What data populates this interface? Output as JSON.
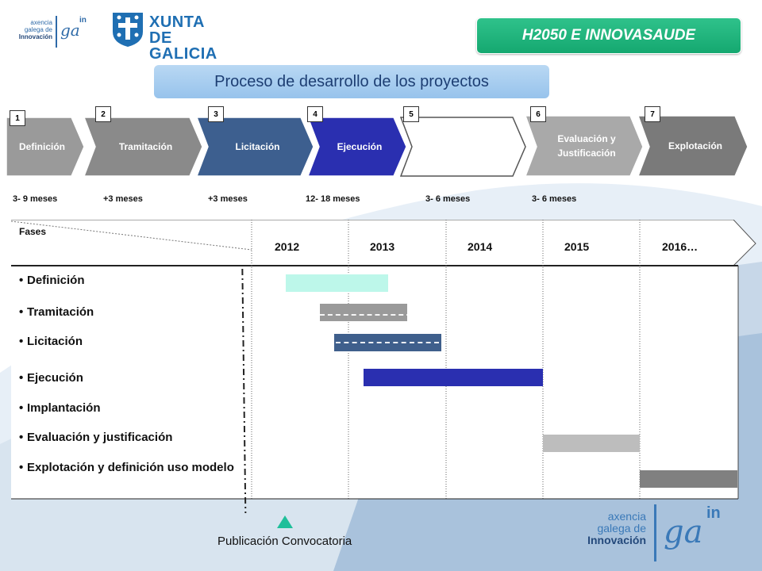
{
  "header": {
    "logo_agi": {
      "line1": "axencia",
      "line2": "galega de",
      "line3": "Innovación",
      "mark": "ga",
      "mark_sup": "in"
    },
    "logo_xunta": {
      "line1": "XUNTA",
      "line2": "DE GALICIA"
    },
    "badge": "H2050 E INNOVASAUDE",
    "title": "Proceso de desarrollo de los proyectos"
  },
  "process_steps": [
    {
      "number": "1",
      "label": "Definición",
      "color": "#9a9a9a"
    },
    {
      "number": "2",
      "label": "Tramitación",
      "color": "#8a8a8a"
    },
    {
      "number": "3",
      "label": "Licitación",
      "color": "#3d5f8f"
    },
    {
      "number": "4",
      "label": "Ejecución",
      "color": "#2a2fb0"
    },
    {
      "number": "5",
      "label": "",
      "color": "#ffffff"
    },
    {
      "number": "6",
      "label": "Evaluación y Justificación",
      "color": "#a9a9a9"
    },
    {
      "number": "7",
      "label": "Explotación",
      "color": "#7a7a7a"
    }
  ],
  "durations": [
    "3- 9 meses",
    "+3 meses",
    "+3 meses",
    "12- 18 meses",
    "3- 6 meses",
    "3- 6 meses"
  ],
  "table": {
    "corner_label": "Fases",
    "years": [
      "2012",
      "2013",
      "2014",
      "2015",
      "2016…"
    ],
    "phases": [
      "Definición",
      "Tramitación",
      "Licitación",
      "Ejecución",
      "Implantación",
      "Evaluación y justificación",
      "Explotación y definición uso modelo"
    ]
  },
  "chart_data": {
    "type": "gantt",
    "categories": [
      "Definición",
      "Tramitación",
      "Licitación",
      "Ejecución",
      "Implantación",
      "Evaluación y justificación",
      "Explotación y definición uso modelo"
    ],
    "x_ticks": [
      "2012",
      "2013",
      "2014",
      "2015",
      "2016…"
    ],
    "tasks": [
      {
        "phase": "Definición",
        "start": 2012.4,
        "end": 2013.45,
        "color": "#bdf7ea"
      },
      {
        "phase": "Tramitación",
        "start": 2012.75,
        "end": 2013.65,
        "color": "#9a9a9a"
      },
      {
        "phase": "Licitación",
        "start": 2012.9,
        "end": 2014.0,
        "color": "#3f5f8c"
      },
      {
        "phase": "Ejecución",
        "start": 2013.2,
        "end": 2015.05,
        "color": "#2a2fb0"
      },
      {
        "phase": "Evaluación y justificación",
        "start": 2015.05,
        "end": 2016.05,
        "color": "#bdbdbd"
      },
      {
        "phase": "Explotación y definición uso modelo",
        "start": 2016.05,
        "end": 2017.05,
        "color": "#808080"
      }
    ],
    "marker": {
      "label": "Publicación Convocatoria",
      "x": 2011.95
    }
  },
  "footer": {
    "logo_agi": {
      "line1": "axencia",
      "line2": "galega de",
      "line3": "Innovación",
      "mark": "ga",
      "mark_sup": "in"
    },
    "accent_color": "#1fbf9a"
  }
}
